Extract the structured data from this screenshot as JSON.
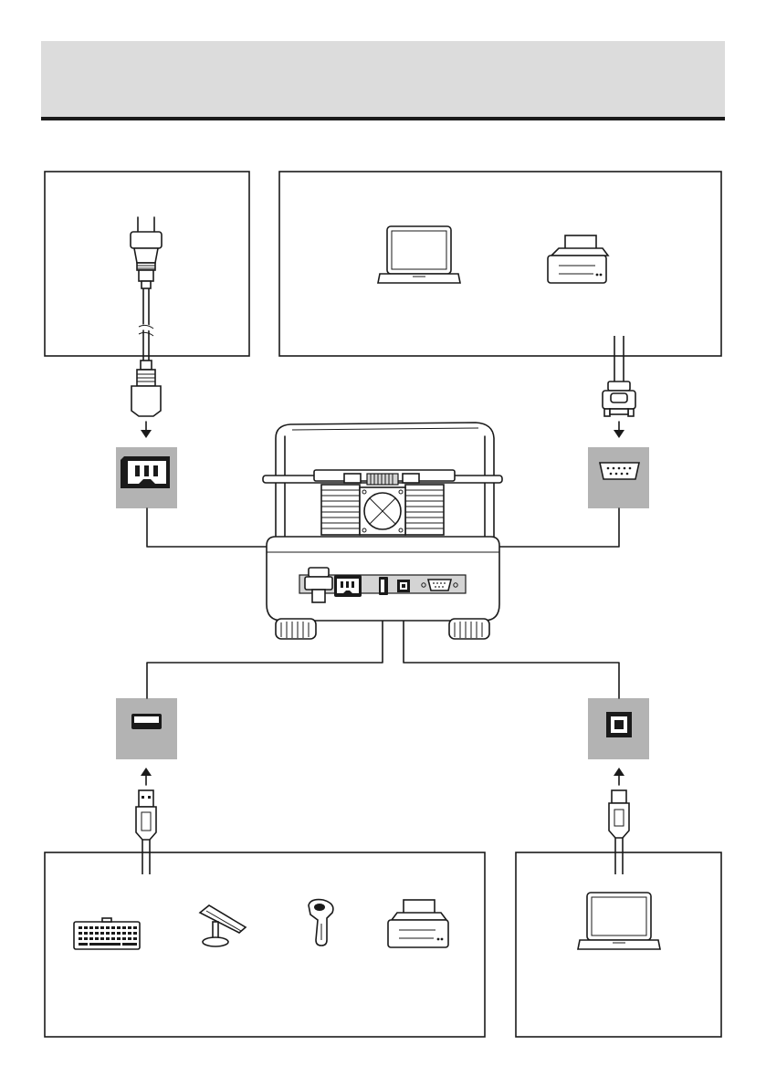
{
  "header": {
    "title": ""
  },
  "colors": {
    "header_bg": "#dcdcdc",
    "rule": "#1a1a1a",
    "port_bg": "#b3b3b3",
    "line": "#1a1a1a"
  },
  "groups": [
    {
      "id": "power",
      "icons": [
        "power-plug-icon",
        "iec-connector-icon"
      ]
    },
    {
      "id": "rs232-devices",
      "icons": [
        "laptop-icon",
        "printer-icon"
      ]
    },
    {
      "id": "usb-a-devices",
      "icons": [
        "keyboard-icon",
        "foot-switch-icon",
        "barcode-scanner-icon",
        "printer-icon"
      ]
    },
    {
      "id": "usb-b-devices",
      "icons": [
        "laptop-icon"
      ]
    }
  ],
  "ports": [
    "iec-power-socket-icon",
    "rs232-socket-icon",
    "usb-a-socket-icon",
    "usb-b-socket-icon"
  ]
}
